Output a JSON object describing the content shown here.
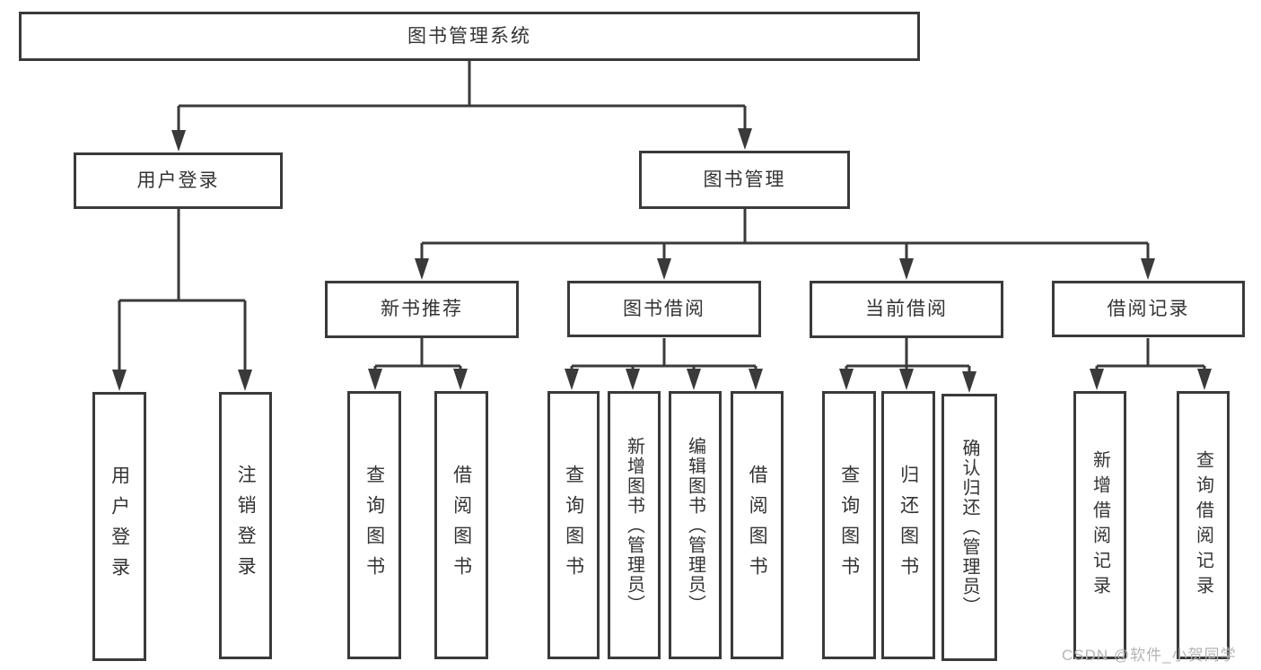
{
  "colors": {
    "line": "#3a3a3a",
    "box_border": "#3a3a3a",
    "text": "#333333",
    "watermark": "#b4b4b4",
    "background": "#ffffff"
  },
  "tree": {
    "root": {
      "label": "图书管理系统"
    },
    "children": [
      {
        "label": "用户登录",
        "children": [
          {
            "label": "用户登录"
          },
          {
            "label": "注销登录"
          }
        ]
      },
      {
        "label": "图书管理",
        "children": [
          {
            "label": "新书推荐",
            "children": [
              {
                "label": "查询图书"
              },
              {
                "label": "借阅图书"
              }
            ]
          },
          {
            "label": "图书借阅",
            "children": [
              {
                "label": "查询图书"
              },
              {
                "label": "新增图书（管理员）"
              },
              {
                "label": "编辑图书（管理员）"
              },
              {
                "label": "借阅图书"
              }
            ]
          },
          {
            "label": "当前借阅",
            "children": [
              {
                "label": "查询图书"
              },
              {
                "label": "归还图书"
              },
              {
                "label": "确认归还（管理员）"
              }
            ]
          },
          {
            "label": "借阅记录",
            "children": [
              {
                "label": "新增借阅记录"
              },
              {
                "label": "查询借阅记录"
              }
            ]
          }
        ]
      }
    ]
  },
  "watermark": {
    "text": "CSDN @软件_小贺同学"
  }
}
